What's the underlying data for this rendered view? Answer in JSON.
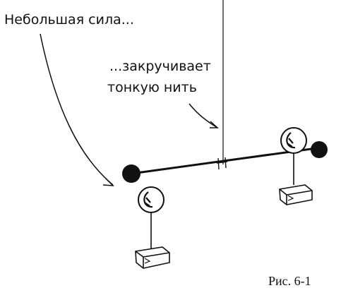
{
  "labels": {
    "small_force": "Небольшая сила...",
    "twists_line1": "...закручивает",
    "twists_line2": "тонкую нить",
    "caption": "Рис. 6-1"
  },
  "colors": {
    "ink": "#111111",
    "paper": "#ffffff"
  }
}
